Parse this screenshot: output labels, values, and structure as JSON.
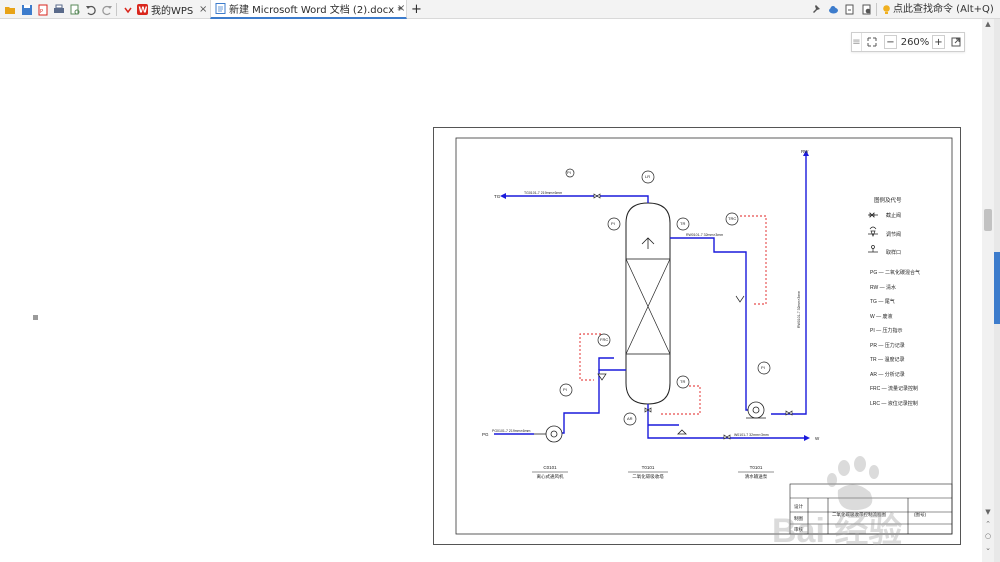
{
  "tabs": [
    {
      "label": "我的WPS",
      "close": "×"
    },
    {
      "label": "新建 Microsoft Word 文档 (2).docx *",
      "close": "×"
    }
  ],
  "new_tab_label": "+",
  "search_hint": "点此查找命令 (Alt+Q)",
  "zoom": {
    "minus": "−",
    "value": "260%",
    "plus": "+"
  },
  "drawing": {
    "stream_labels": {
      "tg_left": "TG",
      "pg_left": "PG",
      "rw_top": "RW",
      "w_right": "W",
      "tg_line": "TG0101-7 219mm×6mm",
      "pg_line": "PG0101-7 219mm×6mm",
      "rw_line": "RW0101-7 32mm×3mm",
      "w_line": "W0101-7 32mm×3mm",
      "rw_vertical": "RW0101-7 32mm×3mm"
    },
    "instruments": [
      "LR",
      "PI",
      "TR",
      "TRC",
      "PI",
      "FRC",
      "PI",
      "TR",
      "AR",
      "PI"
    ],
    "equipment": [
      {
        "tag": "C0101",
        "name": "离心式通风机"
      },
      {
        "tag": "T0101",
        "name": "二氧化碳吸收塔"
      },
      {
        "tag": "T0101",
        "name": "清水输送泵"
      }
    ],
    "legend": {
      "title": "图例及代号",
      "symbols": [
        "截止阀",
        "调节阀",
        "取样口"
      ],
      "codes": [
        "PG — 二氧化碳混合气",
        "RW — 清水",
        "TG — 尾气",
        "W — 废液",
        "PI — 压力指示",
        "PR — 压力记录",
        "TR — 温度记录",
        "AR — 分析记录",
        "FRC — 流量记录控制",
        "LRC — 液位记录控制"
      ]
    },
    "title_block": {
      "title": "二氧化碳吸收带控制流程图",
      "drawing_no": "(图号)",
      "rows": [
        "设计",
        "制图",
        "审核"
      ]
    }
  },
  "watermark": "Bai 经验",
  "colors": {
    "accent": "#3d7ccc",
    "process_line": "#1a1adc",
    "control_line": "#e02020",
    "wps_red": "#d9261c"
  }
}
